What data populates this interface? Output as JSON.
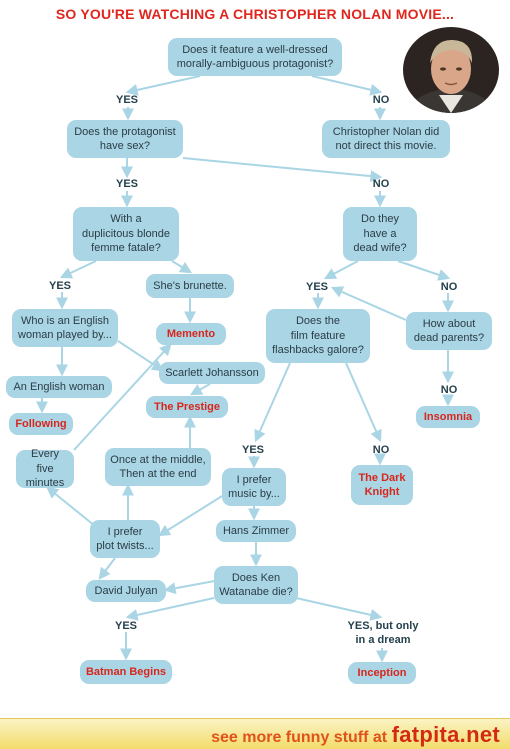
{
  "title": "SO YOU'RE WATCHING A CHRISTOPHER NOLAN MOVIE...",
  "colors": {
    "box": "#a9d5e5",
    "arrow": "#a9d5e5",
    "answer": "#d8261c",
    "label": "#25414d",
    "title": "#e0261e"
  },
  "nodes": {
    "q1": "Does it feature a well-dressed\nmorally-ambiguous protagonist?",
    "not_nolan": "Christopher Nolan did\nnot direct this movie.",
    "q2": "Does the protagonist\nhave sex?",
    "q3": "With a\nduplicitous blonde\nfemme fatale?",
    "q4": "Do they\nhave a\ndead wife?",
    "brunette": "She's brunette.",
    "who_english": "Who is an English\nwoman played by...",
    "memento": "Memento",
    "flashbacks": "Does the\nfilm feature\nflashbacks galore?",
    "dead_parents": "How about\ndead parents?",
    "english_woman": "An English woman",
    "scarlett": "Scarlett Johansson",
    "following": "Following",
    "prestige": "The Prestige",
    "insomnia": "Insomnia",
    "every_five": "Every five\nminutes",
    "once_middle": "Once at the middle,\nThen at the end",
    "prefer_music": "I prefer\nmusic by...",
    "dark_knight": "The Dark\nKnight",
    "plot_twists": "I prefer\nplot twists...",
    "hans": "Hans Zimmer",
    "david": "David Julyan",
    "watanabe": "Does Ken\nWatanabe die?",
    "batman": "Batman Begins",
    "inception": "Inception"
  },
  "labels": {
    "q1_yes": "YES",
    "q1_no": "NO",
    "q2_yes": "YES",
    "q2_no": "NO",
    "q3_yes": "YES",
    "q4_yes": "YES",
    "q4_no": "NO",
    "parents_no": "NO",
    "flash_yes": "YES",
    "flash_no": "NO",
    "ken_yes": "YES",
    "ken_dream": "YES, but only\nin a dream"
  },
  "footer": {
    "prefix": "see more funny stuff at",
    "site": "fatpita.net"
  },
  "avatar_icon": "director-portrait-icon"
}
